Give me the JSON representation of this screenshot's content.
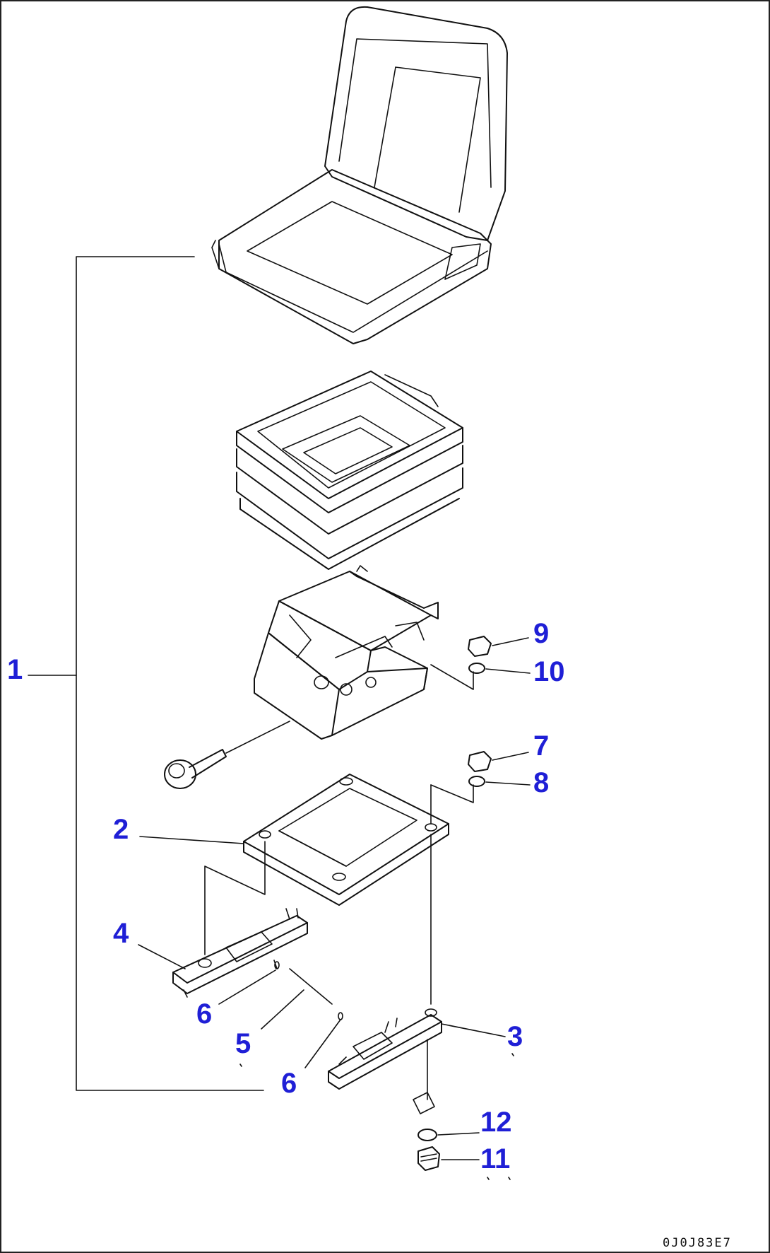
{
  "callouts": {
    "c1": "1",
    "c2": "2",
    "c3": "3",
    "c4": "4",
    "c5": "5",
    "c6a": "6",
    "c6b": "6",
    "c7": "7",
    "c8": "8",
    "c9": "9",
    "c10": "10",
    "c11": "11",
    "c12": "12"
  },
  "reference_code": "0J0J83E7",
  "callout_color": "#1f1fd6"
}
